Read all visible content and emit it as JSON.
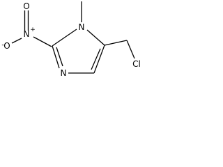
{
  "structure": {
    "atoms": {
      "nitro_n": "N",
      "nitro_n_charge": "+",
      "nitro_o_top": "O",
      "nitro_o_left": "O",
      "nitro_o_left_charge": "-",
      "ring_n1": "N",
      "n1_methyl": "",
      "ring_n3": "N",
      "chlorine": "Cl"
    },
    "colors": {
      "bond": "#000000",
      "label": "#000000",
      "background": "#ffffff"
    }
  }
}
